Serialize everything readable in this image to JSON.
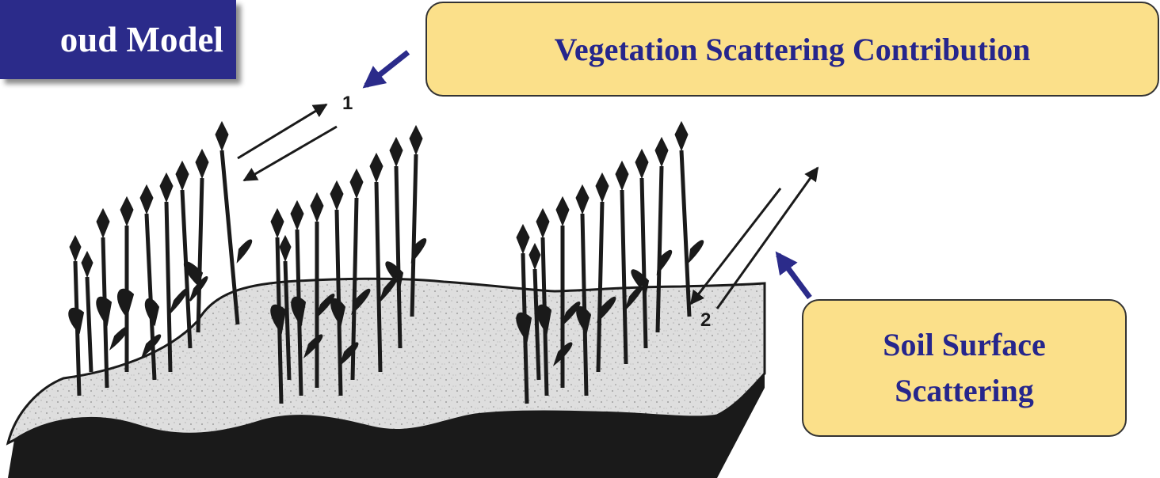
{
  "title": {
    "text": "oud Model"
  },
  "callouts": {
    "vegetation": "Vegetation Scattering Contribution",
    "soil_line1": "Soil Surface",
    "soil_line2": "Scattering"
  },
  "markers": {
    "vegetation": "1",
    "soil": "2"
  },
  "colors": {
    "title_bg": "#2b2b8a",
    "callout_bg": "#fbe08a",
    "callout_text": "#26268c",
    "pointer_arrow": "#2b2b8a",
    "soil_surface": "#d9d9d9",
    "soil_side": "#1a1a1a",
    "plants": "#1a1a1a"
  }
}
